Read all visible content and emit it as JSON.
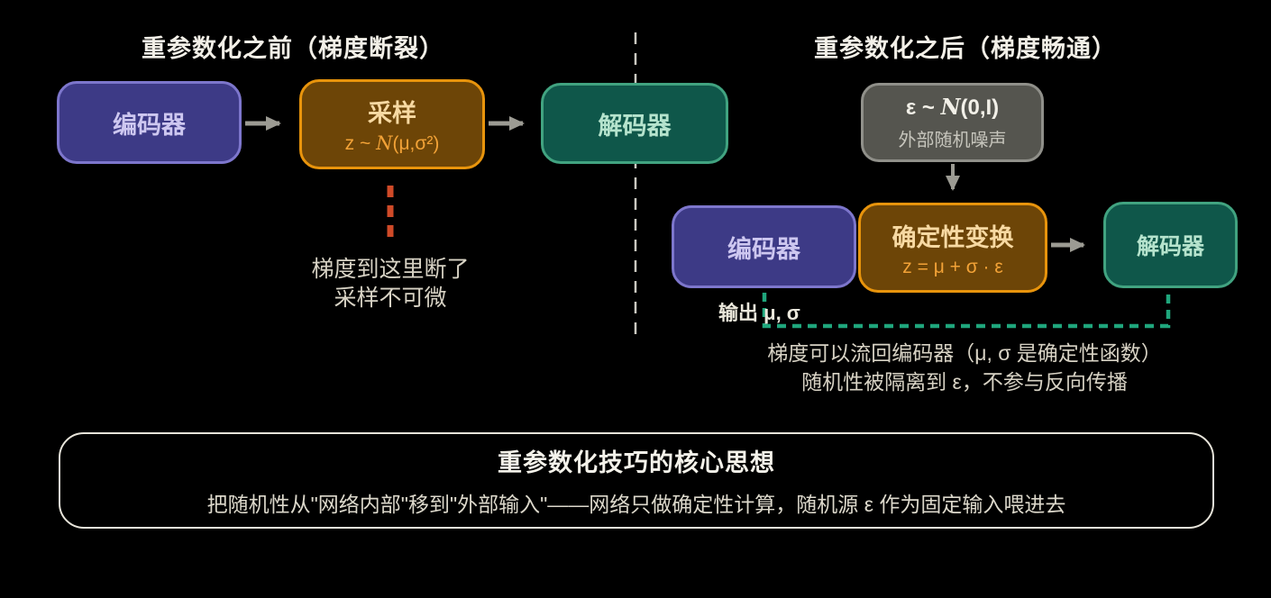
{
  "colors": {
    "background": "#000000",
    "encoder_fill": "#3d3a86",
    "encoder_border": "#7d76cc",
    "sampler_fill": "#6d4507",
    "sampler_border": "#e8940c",
    "decoder_fill": "#0f574a",
    "decoder_border": "#41a380",
    "noise_fill": "#55554f",
    "noise_border": "#90908a",
    "arrow_gray": "#9c9b93",
    "broken_gradient_red": "#cf4a28",
    "gradient_flow_green": "#1fa67c",
    "note_beige": "#d7d2c4"
  },
  "left": {
    "title": "重参数化之前（梯度断裂）",
    "encoder_label": "编码器",
    "sampler_title": "采样",
    "sampler_formula_pre": "z ~ ",
    "sampler_formula_n": "N",
    "sampler_formula_post": "(μ,σ²)",
    "decoder_label": "解码器",
    "break_note_line1": "梯度到这里断了",
    "break_note_line2": "采样不可微"
  },
  "right": {
    "title": "重参数化之后（梯度畅通）",
    "noise_formula_pre": "ε ~ ",
    "noise_formula_n": "N",
    "noise_formula_post": "(0,I)",
    "noise_caption": "外部随机噪声",
    "encoder_label": "编码器",
    "transform_title": "确定性变换",
    "transform_formula": "z = μ + σ · ε",
    "decoder_label": "解码器",
    "output_label": "输出 μ, σ",
    "note_line1": "梯度可以流回编码器（μ, σ 是确定性函数）",
    "note_line2": "随机性被隔离到 ε，不参与反向传播"
  },
  "summary": {
    "title": "重参数化技巧的核心思想",
    "body": "把随机性从\"网络内部\"移到\"外部输入\"——网络只做确定性计算，随机源 ε 作为固定输入喂进去"
  }
}
